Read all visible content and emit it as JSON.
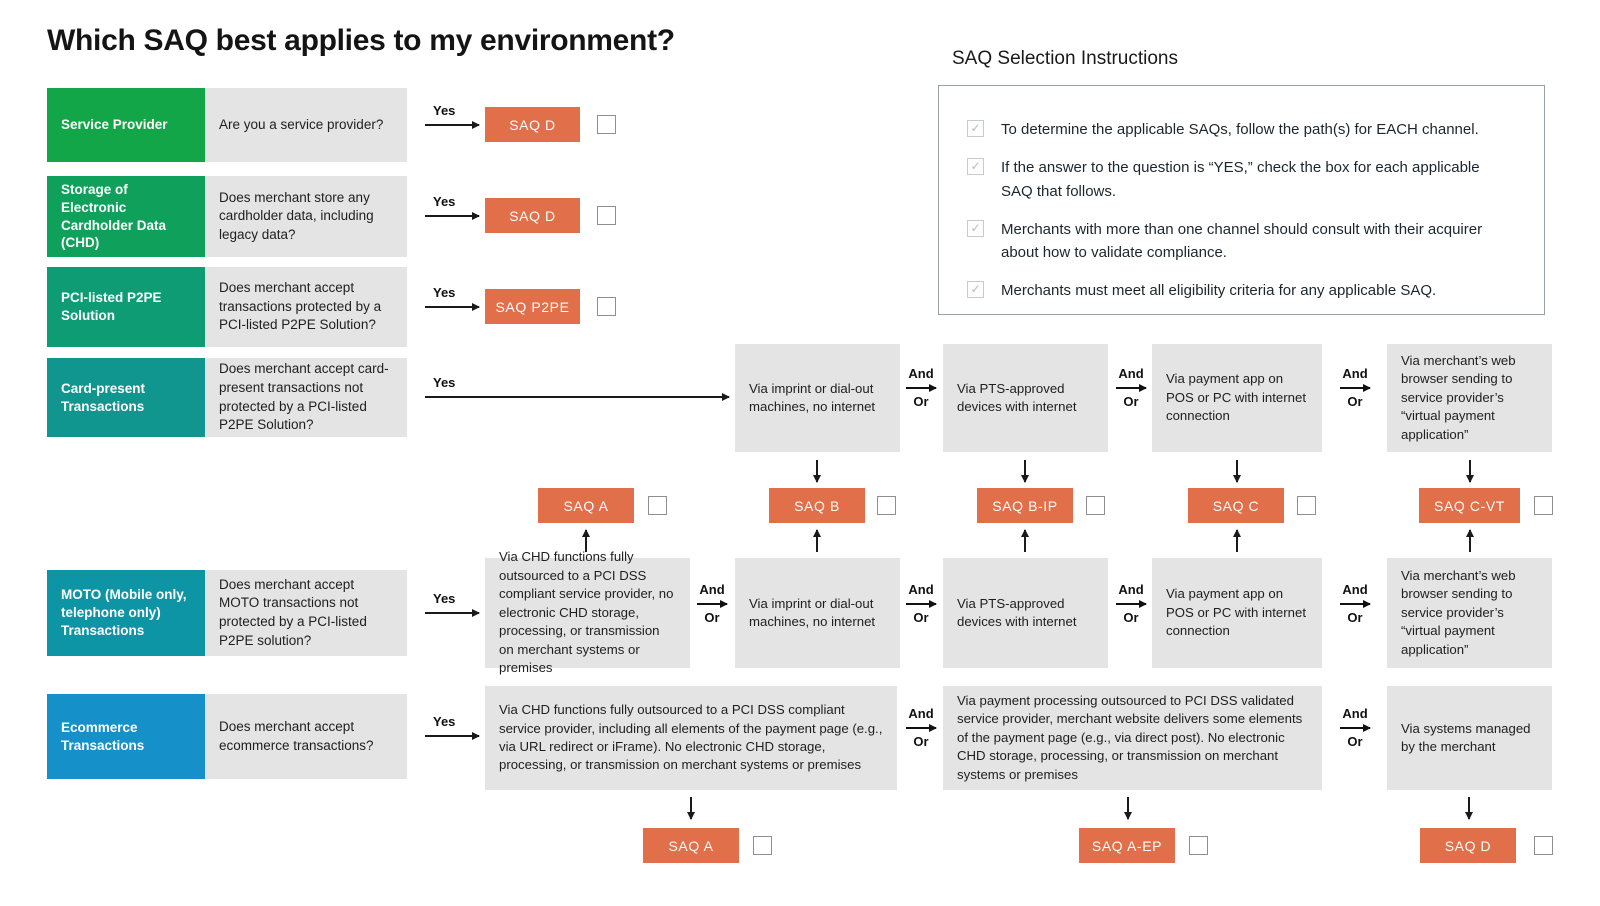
{
  "title": "Which SAQ best applies to my environment?",
  "labels": {
    "yes": "Yes",
    "and": "And",
    "or": "Or",
    "check": "✓"
  },
  "instructions": {
    "title": "SAQ Selection Instructions",
    "items": [
      "To determine the applicable SAQs, follow the path(s) for EACH channel.",
      "If the answer to the question is “YES,” check the box for each applicable SAQ that follows.",
      "Merchants with more than one channel should consult with their acquirer about how to validate compliance.",
      "Merchants must meet all eligibility criteria for any applicable SAQ."
    ]
  },
  "channels": {
    "service_provider": {
      "label": "Service Provider",
      "question": "Are you a service provider?"
    },
    "storage_chd": {
      "label": "Storage of Electronic Cardholder Data (CHD)",
      "question": "Does merchant store any cardholder data, including legacy data?"
    },
    "p2pe": {
      "label": "PCI-listed P2PE Solution",
      "question": "Does merchant accept transactions protected by a PCI-listed P2PE Solution?"
    },
    "card_present": {
      "label": "Card-present Transactions",
      "question": "Does merchant accept card-present transactions not protected by a PCI-listed P2PE Solution?"
    },
    "moto": {
      "label": "MOTO (Mobile only, telephone only) Transactions",
      "question": "Does merchant accept MOTO transactions not protected by a PCI-listed P2PE solution?"
    },
    "ecommerce": {
      "label": "Ecommerce Transactions",
      "question": "Does merchant accept ecommerce transactions?"
    }
  },
  "methods": {
    "imprint": "Via imprint or dial-out machines, no internet",
    "pts": "Via PTS-approved devices with internet",
    "payment_app": "Via payment app on POS or PC with internet connection",
    "web_browser": "Via merchant’s web browser sending to service provider’s “virtual payment application”",
    "moto_outsourced": "Via CHD functions fully outsourced to a PCI DSS compliant service provider, no electronic CHD storage, processing, or transmission on merchant systems or premises",
    "ecom_outsourced": "Via CHD functions fully outsourced to a PCI DSS compliant service provider, including all elements of the payment page (e.g., via URL redirect or iFrame). No electronic CHD storage, processing, or transmission on merchant systems or premises",
    "ecom_partial": "Via payment processing outsourced to PCI DSS validated service provider, merchant website delivers some elements of the payment page (e.g., via direct post). No electronic CHD storage, processing, or transmission on merchant systems or premises",
    "ecom_merchant_systems": "Via systems managed by the merchant"
  },
  "saq": {
    "d": "SAQ D",
    "p2pe": "SAQ P2PE",
    "a": "SAQ A",
    "b": "SAQ B",
    "b_ip": "SAQ B-IP",
    "c": "SAQ C",
    "c_vt": "SAQ C-VT",
    "a_ep": "SAQ A-EP"
  },
  "colors": {
    "service_provider": "#12A649",
    "storage_chd": "#0FA15B",
    "p2pe": "#0D9C74",
    "card_present": "#10968F",
    "moto": "#0D95A6",
    "ecommerce": "#1590C8",
    "saq_box": "#E06F4A",
    "method_box": "#E4E4E4"
  }
}
